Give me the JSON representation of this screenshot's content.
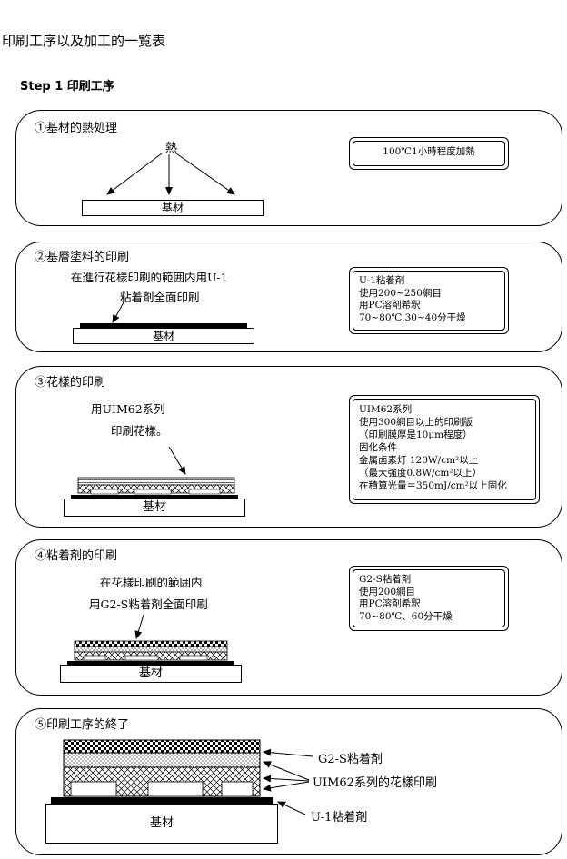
{
  "page_title": "印刷工序以及加工的一覧表",
  "step_heading": "Step 1 印刷工序",
  "substrate_label": "基材",
  "panels": [
    {
      "title": "①基材的熱処理",
      "heat_label": "熱",
      "note": [
        "100℃1小時程度加熱"
      ]
    },
    {
      "title": "②基層塗料的印刷",
      "caption": [
        "在進行花樣印刷的範囲内用U-1",
        "粘着剤全面印刷"
      ],
      "note": [
        "U-1粘着剤",
        "使用200~250網目",
        "用PC溶剤希釈",
        "70~80℃,30~40分干燥"
      ]
    },
    {
      "title": "③花樣的印刷",
      "caption": [
        "用UIM62系列",
        "印刷花樣。"
      ],
      "note": [
        "UIM62系列",
        "使用300網目以上的印刷版",
        "（印刷膜厚是10μm程度）",
        "固化条件",
        "金属卤素灯 120W/cm²以上",
        "（最大強度0.8W/cm²以上）",
        "在積算光量＝350mJ/cm²以上固化"
      ]
    },
    {
      "title": "④粘着剤的印刷",
      "caption": [
        "在花樣印刷的範囲内",
        "用G2-S粘着剤全面印刷"
      ],
      "note": [
        "G2-S粘着剤",
        "使用200網目",
        "用PC溶剤希釈",
        "70~80℃、60分干燥"
      ]
    },
    {
      "title": "⑤印刷工序的終了",
      "labels": [
        "G2-S粘着剤",
        "UIM62系列的花樣印刷",
        "U-1粘着剤"
      ]
    }
  ]
}
